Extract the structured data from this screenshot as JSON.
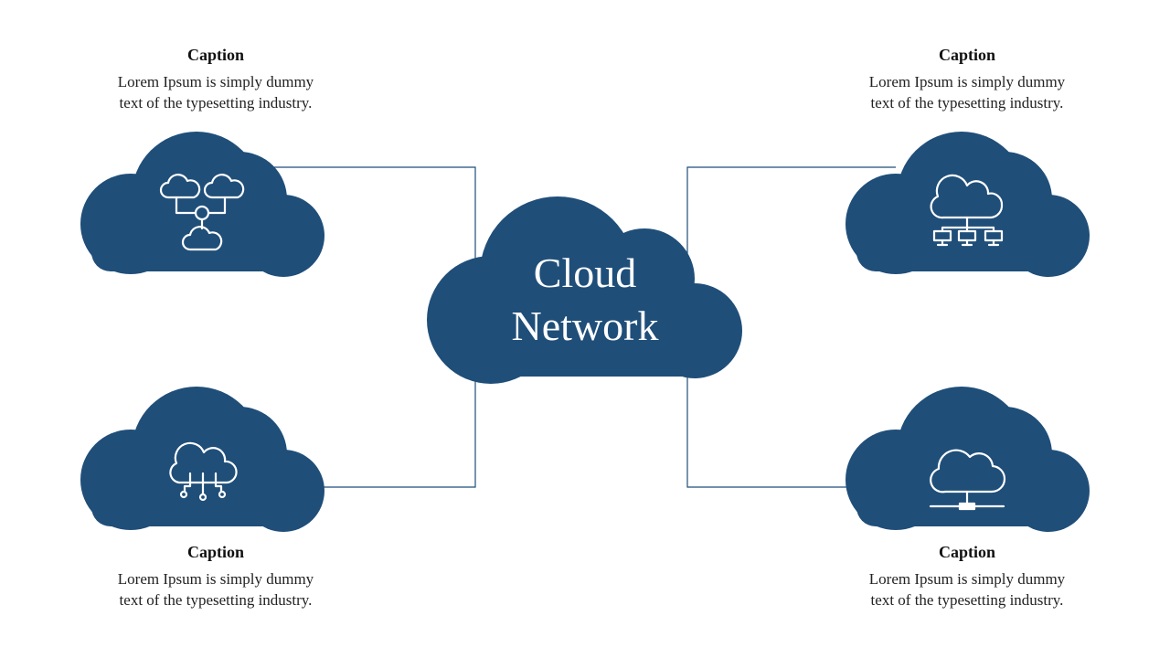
{
  "diagram": {
    "center": {
      "line1": "Cloud",
      "line2": "Network",
      "color": "#1f4e79"
    },
    "nodes": [
      {
        "id": "top-left",
        "icon": "cloud-hierarchy-icon",
        "caption": "Caption",
        "text_line1": "Lorem Ipsum is simply dummy",
        "text_line2": "text of the typesetting industry."
      },
      {
        "id": "bottom-left",
        "icon": "cloud-circuit-icon",
        "caption": "Caption",
        "text_line1": "Lorem Ipsum is simply dummy",
        "text_line2": "text of the typesetting industry."
      },
      {
        "id": "top-right",
        "icon": "cloud-server-network-icon",
        "caption": "Caption",
        "text_line1": "Lorem Ipsum is simply dummy",
        "text_line2": "text of the typesetting industry."
      },
      {
        "id": "bottom-right",
        "icon": "cloud-network-icon",
        "caption": "Caption",
        "text_line1": "Lorem Ipsum is simply dummy",
        "text_line2": "text of the typesetting industry."
      }
    ],
    "colors": {
      "cloud_fill": "#1f4e79",
      "connector": "#1f4e79",
      "icon_stroke": "#ffffff",
      "caption_text": "#111111"
    }
  }
}
